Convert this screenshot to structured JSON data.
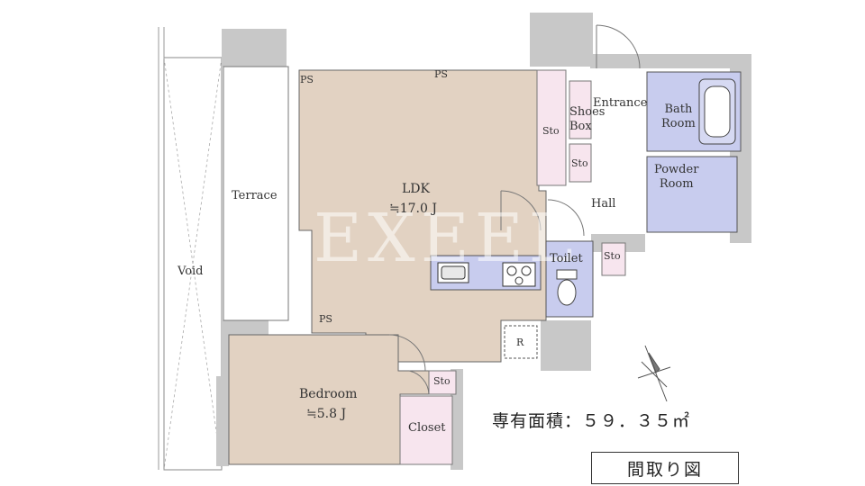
{
  "rooms": {
    "terrace": "Terrace",
    "void": "Void",
    "ldk": "LDK",
    "ldk_size": "≒17.0 J",
    "bedroom": "Bedroom",
    "bedroom_size": "≒5.8 J",
    "closet": "Closet",
    "entrance": "Entrance",
    "shoes_box": "Shoes\nBox",
    "bath_room": "Bath\nRoom",
    "powder_room": "Powder\nRoom",
    "hall": "Hall",
    "toilet": "Toilet",
    "sto_ldk": "Sto",
    "sto_shoes": "Sto",
    "sto_toilet": "Sto",
    "sto_bedroom": "Sto",
    "ps_top": "PS",
    "ps_left": "PS",
    "ps_bottom": "PS",
    "r": "R"
  },
  "area_label": "専有面積：５９．３５㎡",
  "legend": "間取り図",
  "watermark": "EXEEL",
  "colors": {
    "living": "#e2d2c2",
    "storage": "#f7e5ee",
    "wet": "#c8ccee",
    "wall": "#c8c8c8",
    "line": "#666666"
  },
  "icons": [
    "compass-icon",
    "bathtub-icon",
    "toilet-icon",
    "stove-icon",
    "sink-icon"
  ]
}
